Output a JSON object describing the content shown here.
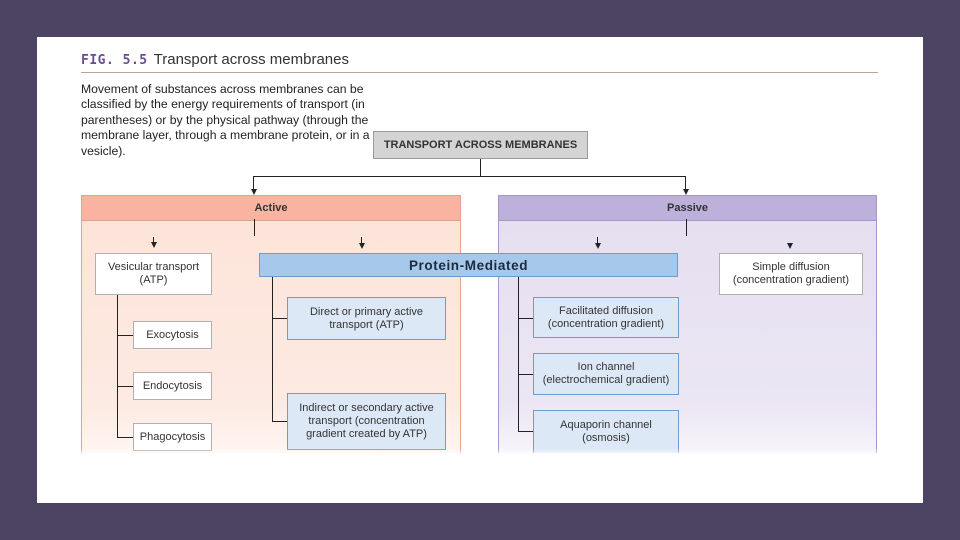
{
  "figure": {
    "label": "FIG. 5.5",
    "title": "Transport across membranes",
    "caption": "Movement of substances across membranes can be classified by the energy requirements of transport (in parentheses) or by the physical pathway (through the membrane layer, through a membrane protein, or in a vesicle)."
  },
  "diagram": {
    "root": "TRANSPORT ACROSS MEMBRANES",
    "active": {
      "label": "Active",
      "vesicular": "Vesicular transport (ATP)",
      "vesicular_children": [
        "Exocytosis",
        "Endocytosis",
        "Phagocytosis"
      ],
      "protein": [
        "Direct or primary active transport (ATP)",
        "Indirect or secondary active transport (concentration gradient created by ATP)"
      ]
    },
    "protein_mediated": "Protein-Mediated",
    "passive": {
      "label": "Passive",
      "simple": "Simple diffusion (concentration gradient)",
      "protein": [
        "Facilitated diffusion (concentration gradient)",
        "Ion channel (electrochemical gradient)",
        "Aquaporin channel (osmosis)"
      ]
    }
  },
  "colors": {
    "background": "#4d4464",
    "active_header": "#f8b4a0",
    "passive_header": "#bdb0db",
    "protein_bar": "#a6c8ea",
    "fig_label": "#6a4e8c"
  }
}
